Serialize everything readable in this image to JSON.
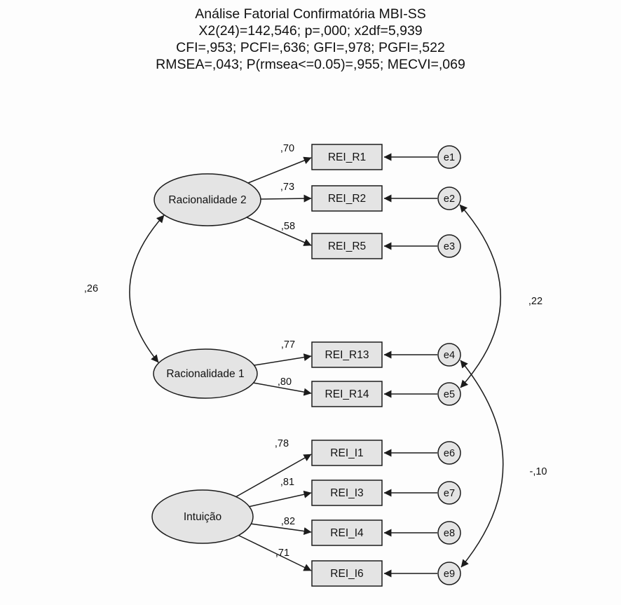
{
  "title": {
    "line1": "Análise Fatorial Confirmatória MBI-SS",
    "line2": "X2(24)=142,546; p=,000; x2df=5,939",
    "line3": "CFI=,953; PCFI=,636; GFI=,978; PGFI=,522",
    "line4": "RMSEA=,043; P(rmsea<=0.05)=,955; MECVI=,069"
  },
  "factors": {
    "rac2": "Racionalidade 2",
    "rac1": "Racionalidade 1",
    "intuicao": "Intuição"
  },
  "indicators": {
    "rei_r1": "REI_R1",
    "rei_r2": "REI_R2",
    "rei_r5": "REI_R5",
    "rei_r13": "REI_R13",
    "rei_r14": "REI_R14",
    "rei_i1": "REI_I1",
    "rei_i3": "REI_I3",
    "rei_i4": "REI_I4",
    "rei_i6": "REI_I6"
  },
  "errors": {
    "e1": "e1",
    "e2": "e2",
    "e3": "e3",
    "e4": "e4",
    "e5": "e5",
    "e6": "e6",
    "e7": "e7",
    "e8": "e8",
    "e9": "e9"
  },
  "loadings": {
    "rac2_r1": ",70",
    "rac2_r2": ",73",
    "rac2_r5": ",58",
    "rac1_r13": ",77",
    "rac1_r14": ",80",
    "int_i1": ",78",
    "int_i3": ",81",
    "int_i4": ",82",
    "int_i6": ",71"
  },
  "covariances": {
    "rac2_rac1": ",26",
    "e2_e5": ",22",
    "e4_e9": "-,10"
  },
  "colors": {
    "shape_fill": "#e4e4e4",
    "stroke": "#1c1c1c",
    "background": "#fdfdfd"
  }
}
